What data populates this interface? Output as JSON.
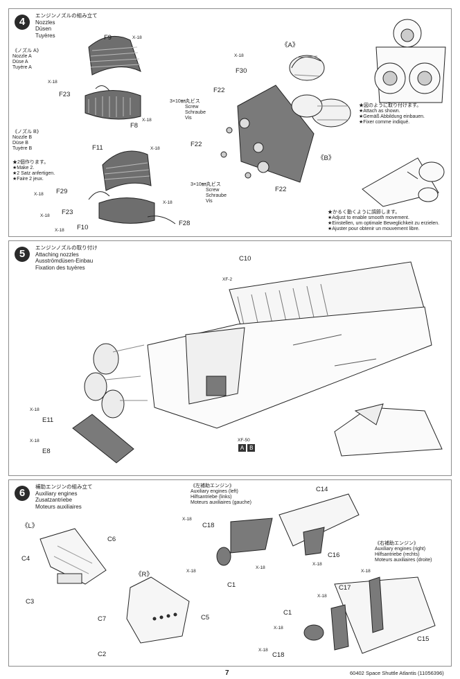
{
  "step4": {
    "number": "4",
    "title_jp": "エンジンノズルの組み立て",
    "title_en": "Nozzles",
    "title_de": "Düsen",
    "title_fr": "Tuyères",
    "nozzle_a": {
      "jp": "《ノズル A》",
      "en": "Nozzle A",
      "de": "Düse A",
      "fr": "Tuyère A"
    },
    "nozzle_b": {
      "jp": "《ノズル B》",
      "en": "Nozzle B",
      "de": "Düse B",
      "fr": "Tuyère B"
    },
    "make2": {
      "jp": "★2個作ります。",
      "en": "★Make 2.",
      "de": "★2 Satz anfertigen.",
      "fr": "★Faire 2 jeux."
    },
    "screw_top": {
      "jp": "3×10㎜丸ビス",
      "en": "Screw",
      "de": "Schraube",
      "fr": "Vis"
    },
    "screw_bottom": {
      "jp": "3×10㎜丸ビス",
      "en": "Screw",
      "de": "Schraube",
      "fr": "Vis"
    },
    "attach": {
      "jp": "★図のように取り付けます。",
      "en": "★Attach as shown.",
      "de": "★Gemäß Abbildung einbauen.",
      "fr": "★Fixer comme indiqué."
    },
    "adjust": {
      "jp": "★かるく動くように調節します。",
      "en": "★Adjust to enable smooth movement.",
      "de": "★Einstellen, um optimale Beweglichkeit zu erzielen.",
      "fr": "★Ajuster pour obtenir un mouvement libre."
    },
    "labels": {
      "f9": "F9",
      "f23a": "F23",
      "f8": "F8",
      "f11": "F11",
      "f29": "F29",
      "f23b": "F23",
      "f10": "F10",
      "f28": "F28",
      "f30": "F30",
      "f22a": "F22",
      "f22b": "F22",
      "f22c": "F22",
      "a": "A",
      "b": "B"
    },
    "xrefs": {
      "x1": "X-18",
      "x2": "X-18",
      "x3": "X-18",
      "x4": "X-18",
      "x5": "X-18",
      "x6": "X-18",
      "x7": "X-18",
      "x8": "X-18",
      "x9": "X-18"
    }
  },
  "step5": {
    "number": "5",
    "title_jp": "エンジンノズルの取り付け",
    "title_en": "Attaching nozzles",
    "title_de": "Ausströmdüsen-Einbau",
    "title_fr": "Fixation des tuyères",
    "labels": {
      "c10": "C10",
      "e11": "E11",
      "e8": "E8"
    },
    "xrefs": {
      "xf2": "XF-2",
      "x1": "X-18",
      "x2": "X-18",
      "xf50": "XF-50"
    },
    "paint_a": "A",
    "paint_b": "B"
  },
  "step6": {
    "number": "6",
    "title_jp": "補助エンジンの組み立て",
    "title_en": "Auxiliary engines",
    "title_de": "Zusatzantriebe",
    "title_fr": "Moteurs auxiliaires",
    "left_engine": {
      "jp": "《左補助エンジン》",
      "en": "Auxiliary engines (left)",
      "de": "Hilfsantriebe (links)",
      "fr": "Moteurs auxiliaires (gauche)"
    },
    "right_engine": {
      "jp": "《右補助エンジン》",
      "en": "Auxiliary engines (right)",
      "de": "Hilfsantriebe (rechts)",
      "fr": "Moteurs auxiliaires (droite)"
    },
    "l_mark": "《L》",
    "r_mark": "《R》",
    "labels": {
      "c4": "C4",
      "c6": "C6",
      "c3": "C3",
      "c7": "C7",
      "c5": "C5",
      "c2": "C2",
      "c14": "C14",
      "c18a": "C18",
      "c16": "C16",
      "c1a": "C1",
      "c17": "C17",
      "c1b": "C1",
      "c15": "C15",
      "c18b": "C18"
    },
    "xrefs": {
      "x1": "X-18",
      "x2": "X-18",
      "x3": "X-18",
      "x4": "X-18",
      "x5": "X-18",
      "x6": "X-18",
      "x7": "X-18",
      "x8": "X-18"
    }
  },
  "footer": {
    "page": "7",
    "title": "60402 Space Shuttle Atlantis (11056396)"
  }
}
